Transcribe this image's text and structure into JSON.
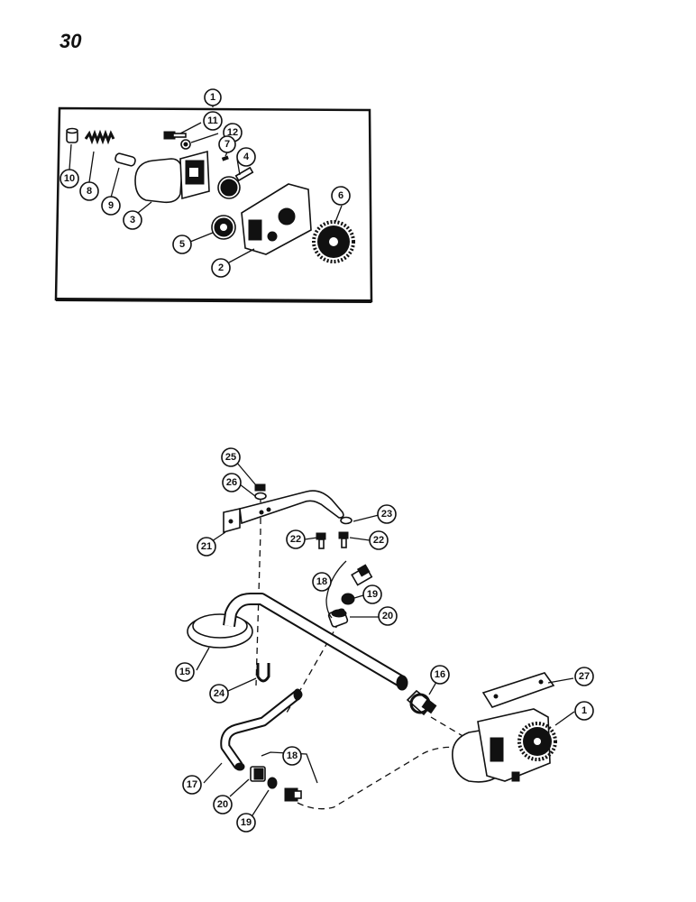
{
  "page": {
    "number": "30"
  },
  "callouts": {
    "inset": [
      {
        "id": "c1",
        "label": "1"
      },
      {
        "id": "c11",
        "label": "11"
      },
      {
        "id": "c12",
        "label": "12"
      },
      {
        "id": "c7",
        "label": "7"
      },
      {
        "id": "c4",
        "label": "4"
      },
      {
        "id": "c10",
        "label": "10"
      },
      {
        "id": "c8",
        "label": "8"
      },
      {
        "id": "c9",
        "label": "9"
      },
      {
        "id": "c3",
        "label": "3"
      },
      {
        "id": "c6",
        "label": "6"
      },
      {
        "id": "c5",
        "label": "5"
      },
      {
        "id": "c2",
        "label": "2"
      }
    ],
    "assembly": [
      {
        "id": "a25",
        "label": "25"
      },
      {
        "id": "a26",
        "label": "26"
      },
      {
        "id": "a23",
        "label": "23"
      },
      {
        "id": "a22l",
        "label": "22"
      },
      {
        "id": "a22r",
        "label": "22"
      },
      {
        "id": "a21",
        "label": "21"
      },
      {
        "id": "a18t",
        "label": "18"
      },
      {
        "id": "a19t",
        "label": "19"
      },
      {
        "id": "a20t",
        "label": "20"
      },
      {
        "id": "a15",
        "label": "15"
      },
      {
        "id": "a16",
        "label": "16"
      },
      {
        "id": "a27",
        "label": "27"
      },
      {
        "id": "a24",
        "label": "24"
      },
      {
        "id": "a1",
        "label": "1"
      },
      {
        "id": "a18b",
        "label": "18"
      },
      {
        "id": "a17",
        "label": "17"
      },
      {
        "id": "a20b",
        "label": "20"
      },
      {
        "id": "a19b",
        "label": "19"
      }
    ]
  }
}
